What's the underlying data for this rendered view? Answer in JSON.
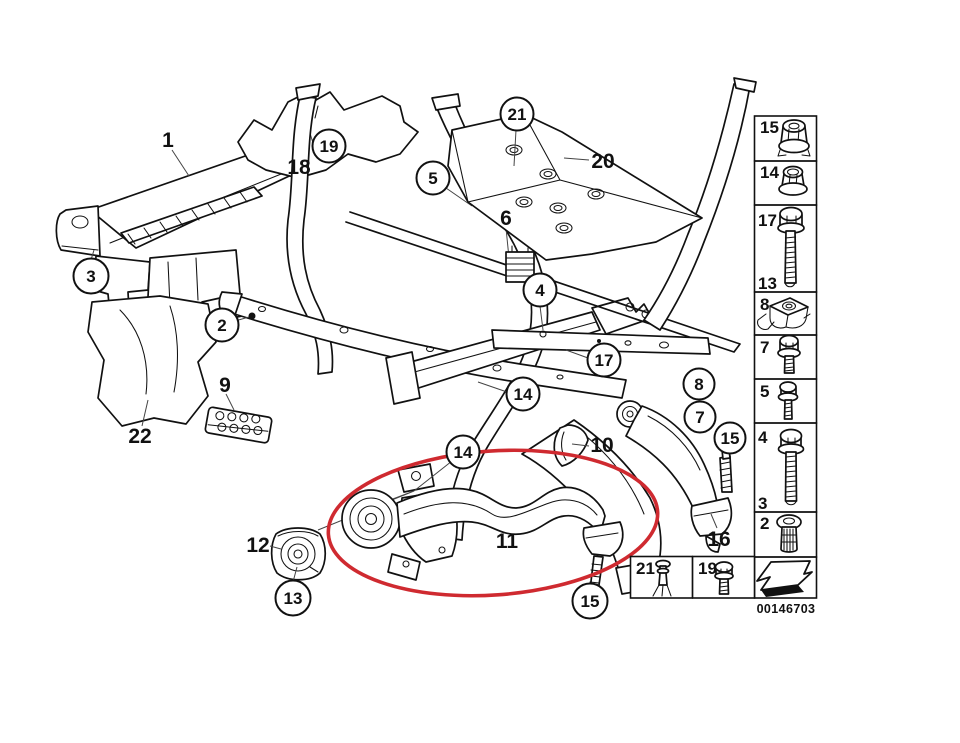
{
  "colors": {
    "line": "#111111",
    "background": "#ffffff",
    "highlight_red": "#cf2a30"
  },
  "callouts": {
    "plain": [
      "1",
      "18",
      "20",
      "6",
      "9",
      "22",
      "10",
      "12",
      "11",
      "16"
    ],
    "circled": [
      "19",
      "21",
      "5",
      "3",
      "2",
      "4",
      "17",
      "14",
      "8",
      "7",
      "15",
      "14",
      "13",
      "15"
    ]
  },
  "legend": {
    "cells": [
      {
        "primary": "15",
        "icon": "lock-nut"
      },
      {
        "primary": "14",
        "icon": "flange-nut"
      },
      {
        "primary": "17",
        "secondary": "13",
        "icon": "hex-bolt-long"
      },
      {
        "primary": "8",
        "icon": "cage-nut"
      },
      {
        "primary": "7",
        "icon": "hex-bolt-washer"
      },
      {
        "primary": "5",
        "icon": "hex-bolt-small"
      },
      {
        "primary": "4",
        "secondary": "3",
        "icon": "hex-bolt-extra-long"
      },
      {
        "primary": "2",
        "icon": "rivet-nut"
      }
    ],
    "bottom_row": [
      {
        "primary": "21",
        "icon": "expansion-rivet"
      },
      {
        "primary": "19",
        "icon": "hex-bolt-short"
      },
      {
        "icon": "direction-arrow"
      }
    ],
    "diagram_number": "00146703"
  }
}
